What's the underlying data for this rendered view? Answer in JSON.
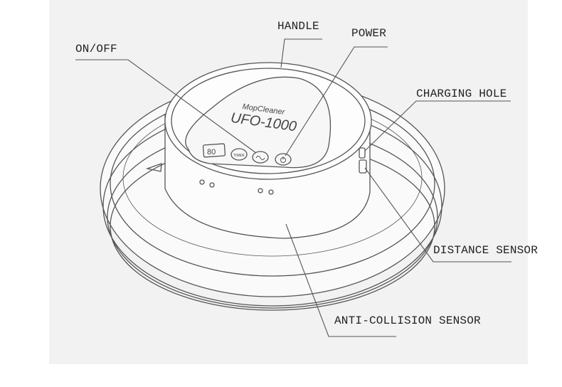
{
  "labels": {
    "handle": "HANDLE",
    "power": "POWER",
    "on_off": "ON/OFF",
    "charging_hole": "CHARGING HOLE",
    "distance_sensor": "DISTANCE SENSOR",
    "anti_collision_sensor": "ANTI-COLLISION SENSOR"
  },
  "product": {
    "brand": "MopCleaner",
    "model": "UFO-1000",
    "display": "80",
    "button_timer": "TIMER"
  },
  "icons": {
    "power_button": "power-icon",
    "on_off_button": "mode-icon"
  },
  "colors": {
    "line": "#555555",
    "background_panel": "#f2f2f2"
  }
}
